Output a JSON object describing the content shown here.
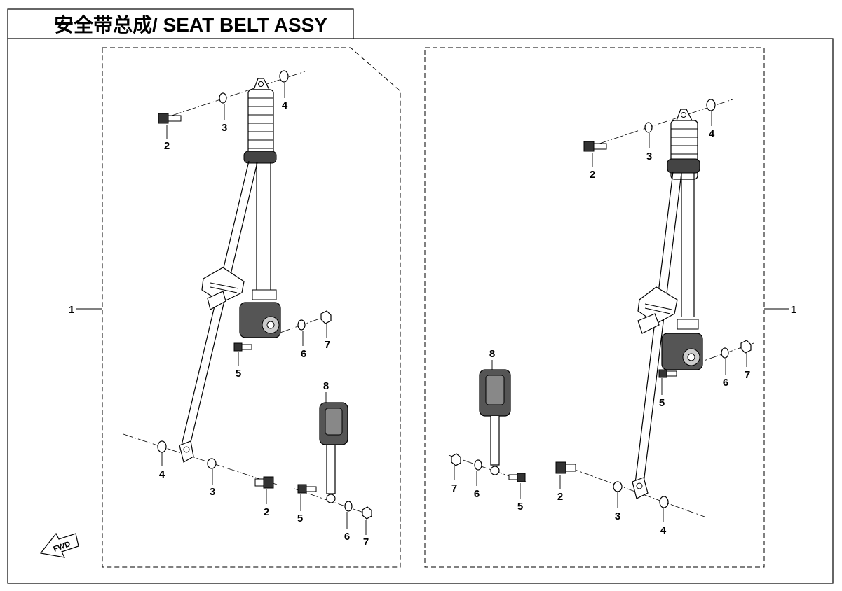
{
  "title": "安全带总成/ SEAT BELT ASSY",
  "fwd_label": "FWD",
  "assemblies": [
    {
      "assembly_callout": "1",
      "parts": [
        {
          "callout": "2"
        },
        {
          "callout": "3"
        },
        {
          "callout": "4"
        },
        {
          "callout": "5"
        },
        {
          "callout": "6"
        },
        {
          "callout": "7"
        },
        {
          "callout": "8"
        },
        {
          "callout": "4"
        },
        {
          "callout": "3"
        },
        {
          "callout": "2"
        },
        {
          "callout": "5"
        },
        {
          "callout": "6"
        },
        {
          "callout": "7"
        }
      ]
    },
    {
      "assembly_callout": "1",
      "parts": [
        {
          "callout": "2"
        },
        {
          "callout": "3"
        },
        {
          "callout": "4"
        },
        {
          "callout": "5"
        },
        {
          "callout": "6"
        },
        {
          "callout": "7"
        },
        {
          "callout": "8"
        },
        {
          "callout": "7"
        },
        {
          "callout": "6"
        },
        {
          "callout": "5"
        },
        {
          "callout": "2"
        },
        {
          "callout": "3"
        },
        {
          "callout": "4"
        }
      ]
    }
  ]
}
